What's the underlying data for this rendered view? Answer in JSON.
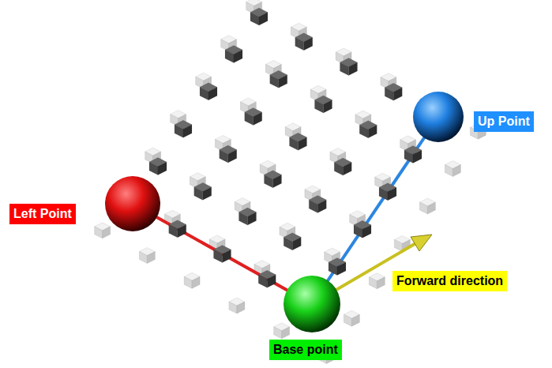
{
  "diagram": {
    "nodes": [
      {
        "text": [
          "Left Point"
        ]
      },
      {
        "text": [
          "Up Point"
        ]
      },
      {
        "text": [
          "Forward direction"
        ]
      },
      {
        "text": [
          "Base point"
        ]
      }
    ]
  }
}
